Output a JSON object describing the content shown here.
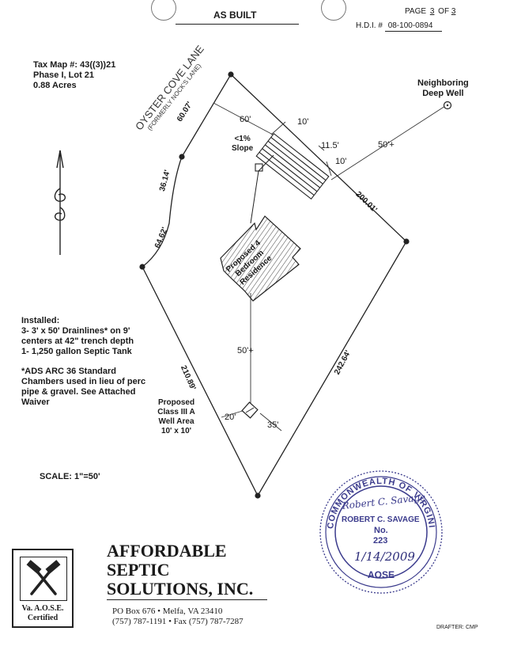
{
  "header": {
    "title": "AS BUILT",
    "page_label": "PAGE",
    "page_num": "3",
    "of_label": "OF",
    "page_total": "3",
    "hdi_label": "H.D.I. #",
    "hdi_value": "08-100-0894"
  },
  "property": {
    "tax_map": "Tax Map #: 43((3))21",
    "phase_lot": "Phase I, Lot 21",
    "acres": "0.88 Acres"
  },
  "plat": {
    "road_name": "OYSTER COVE LANE",
    "road_former": "(FORMERLY NOCK'S LANE)",
    "edge_60_07": "60.07'",
    "edge_36_14": "36.14'",
    "edge_64_62": "64.62'",
    "edge_200_01": "200.01'",
    "edge_242_64": "242.64'",
    "edge_210_89": "210.89'",
    "dim_60": "60'",
    "dim_10a": "10'",
    "dim_11_5": "11.5'",
    "dim_10b": "10'",
    "dim_50_well": "50'+",
    "dim_50_res": "50'+",
    "dim_20": "20'",
    "dim_35": "35'",
    "slope_line1": "<1%",
    "slope_line2": "Slope",
    "neighbor_line1": "Neighboring",
    "neighbor_line2": "Deep Well",
    "residence_line1": "Proposed 4",
    "residence_line2": "Bedroom",
    "residence_line3": "Residence",
    "well_line1": "Proposed",
    "well_line2": "Class III A",
    "well_line3": "Well Area",
    "well_line4": "10' x 10'"
  },
  "notes": {
    "installed_title": "Installed:",
    "installed_1": "3- 3' x 50' Drainlines* on 9'",
    "installed_2": "centers at 42\" trench depth",
    "installed_3": "1- 1,250 gallon Septic Tank",
    "ads_1": "*ADS ARC 36 Standard",
    "ads_2": "Chambers used in lieu of perc",
    "ads_3": "pipe & gravel. See Attached",
    "ads_4": "Waiver",
    "scale": "SCALE: 1\"=50'"
  },
  "seal": {
    "ring_text": "COMMONWEALTH OF VIRGINIA",
    "signature": "Robert C. Savage",
    "name": "ROBERT C. SAVAGE",
    "no_label": "No.",
    "no_value": "223",
    "date": "1/14/2009",
    "bottom_text": "AOSE",
    "color": "#3a3a8c"
  },
  "company": {
    "name_1": "AFFORDABLE",
    "name_2": "SEPTIC",
    "name_3": "SOLUTIONS, INC.",
    "address": "PO Box 676 • Melfa, VA 23410",
    "phones": "(757) 787-1191 • Fax (757) 787-7287",
    "cert_1": "Va. A.O.S.E.",
    "cert_2": "Certified",
    "logo_icon": "crossed-hammers-icon"
  },
  "drafter": "DRAFTER: CMP"
}
